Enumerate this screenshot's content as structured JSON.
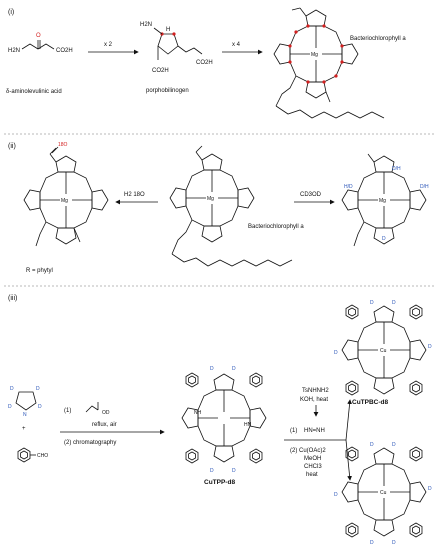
{
  "sections": {
    "i": {
      "label": "(i)"
    },
    "ii": {
      "label": "(ii)"
    },
    "iii": {
      "label": "(iii)"
    }
  },
  "part_i": {
    "ala_label": "δ-aminolevulinic acid",
    "ala_groups": {
      "amine": "H2N",
      "acid": "CO2H"
    },
    "step1": "x 2",
    "pbg_label": "porphobilinogen",
    "pbg_groups": {
      "amine": "H2N",
      "nh": "H",
      "acid1": "CO2H",
      "acid2": "CO2H"
    },
    "step2": "x 4",
    "product_label": "Bacteriochlorophyll a",
    "metal": "Mg"
  },
  "part_ii": {
    "center_label": "Bacteriochlorophyll a",
    "left_reagent": "H2 18O",
    "right_reagent": "CD3OD",
    "left_isotope": "18O",
    "r_label": "R = phytyl",
    "metal": "Mg",
    "deuterium_labels": [
      "D/H",
      "H/D",
      "D/H",
      "D"
    ]
  },
  "part_iii": {
    "pyrrole_d": [
      "D",
      "D",
      "D",
      "D"
    ],
    "pyrrole_n": "N",
    "benzaldehyde": "CHO",
    "step1_num": "(1)",
    "step1_reagent": "OD",
    "step1_conditions": "reflux, air",
    "step2": "(2) chromatography",
    "tpp_label": "CuTPP-d8",
    "tpp_nh": [
      "NH",
      "HN"
    ],
    "reagent_top_1": "TsNHNH2",
    "reagent_top_2": "KOH, heat",
    "step_b1": "(1)",
    "diimide": "HN=NH",
    "step_b2_1": "(2) Cu(OAc)2",
    "step_b2_2": "MeOH",
    "step_b2_3": "CHCl3",
    "step_b2_4": "heat",
    "tpbc_label": "CuTPBC-d8",
    "metal": "Cu",
    "d": "D"
  }
}
